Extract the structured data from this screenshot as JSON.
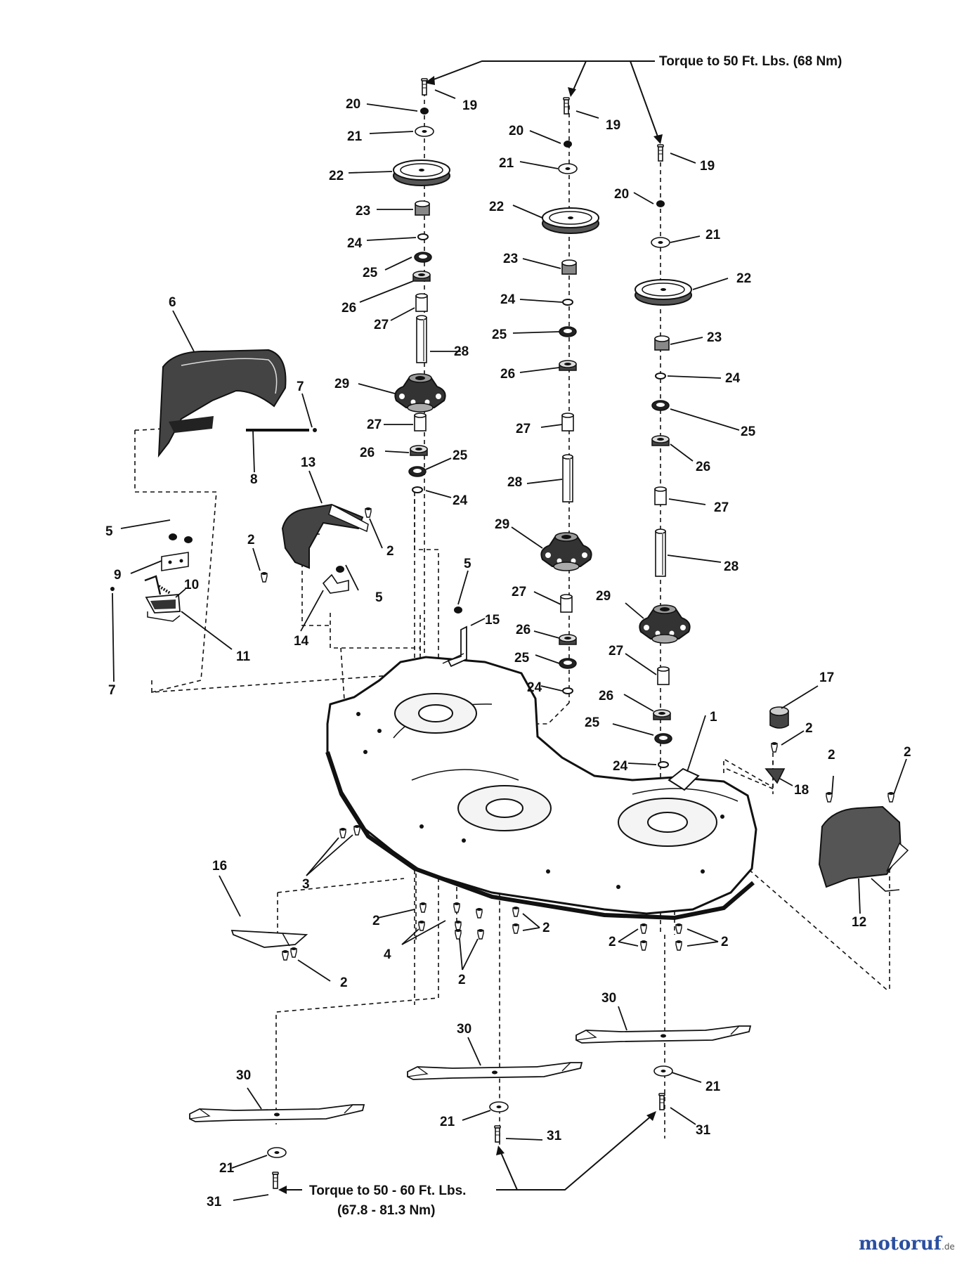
{
  "notes": {
    "top_torque": "Torque to 50 Ft. Lbs. (68 Nm)",
    "bottom_torque_line1": "Torque to 50 - 60 Ft. Lbs.",
    "bottom_torque_line2": "(67.8 - 81.3 Nm)"
  },
  "watermark": {
    "main": "motoruf",
    "suffix": ".de",
    "colors": [
      "#2b4fa0",
      "#d32f2f",
      "#f2b705",
      "#2e9e44"
    ]
  },
  "callouts": [
    {
      "n": "19"
    },
    {
      "n": "20"
    },
    {
      "n": "21"
    },
    {
      "n": "22"
    },
    {
      "n": "23"
    },
    {
      "n": "24"
    },
    {
      "n": "25"
    },
    {
      "n": "26"
    },
    {
      "n": "27"
    },
    {
      "n": "28"
    },
    {
      "n": "29"
    },
    {
      "n": "27"
    },
    {
      "n": "26"
    },
    {
      "n": "25"
    },
    {
      "n": "24"
    },
    {
      "n": "19"
    },
    {
      "n": "20"
    },
    {
      "n": "21"
    },
    {
      "n": "22"
    },
    {
      "n": "23"
    },
    {
      "n": "24"
    },
    {
      "n": "25"
    },
    {
      "n": "26"
    },
    {
      "n": "27"
    },
    {
      "n": "28"
    },
    {
      "n": "29"
    },
    {
      "n": "27"
    },
    {
      "n": "26"
    },
    {
      "n": "25"
    },
    {
      "n": "24"
    },
    {
      "n": "19"
    },
    {
      "n": "20"
    },
    {
      "n": "21"
    },
    {
      "n": "22"
    },
    {
      "n": "23"
    },
    {
      "n": "24"
    },
    {
      "n": "25"
    },
    {
      "n": "26"
    },
    {
      "n": "27"
    },
    {
      "n": "28"
    },
    {
      "n": "29"
    },
    {
      "n": "27"
    },
    {
      "n": "26"
    },
    {
      "n": "25"
    },
    {
      "n": "24"
    },
    {
      "n": "6"
    },
    {
      "n": "7"
    },
    {
      "n": "8"
    },
    {
      "n": "5"
    },
    {
      "n": "9"
    },
    {
      "n": "10"
    },
    {
      "n": "11"
    },
    {
      "n": "7"
    },
    {
      "n": "13"
    },
    {
      "n": "2"
    },
    {
      "n": "2"
    },
    {
      "n": "5"
    },
    {
      "n": "14"
    },
    {
      "n": "5"
    },
    {
      "n": "15"
    },
    {
      "n": "1"
    },
    {
      "n": "17"
    },
    {
      "n": "2"
    },
    {
      "n": "18"
    },
    {
      "n": "2"
    },
    {
      "n": "2"
    },
    {
      "n": "12"
    },
    {
      "n": "3"
    },
    {
      "n": "16"
    },
    {
      "n": "2"
    },
    {
      "n": "4"
    },
    {
      "n": "2"
    },
    {
      "n": "2"
    },
    {
      "n": "2"
    },
    {
      "n": "2"
    },
    {
      "n": "2"
    },
    {
      "n": "30"
    },
    {
      "n": "21"
    },
    {
      "n": "31"
    },
    {
      "n": "30"
    },
    {
      "n": "21"
    },
    {
      "n": "31"
    },
    {
      "n": "30"
    },
    {
      "n": "21"
    },
    {
      "n": "31"
    }
  ]
}
